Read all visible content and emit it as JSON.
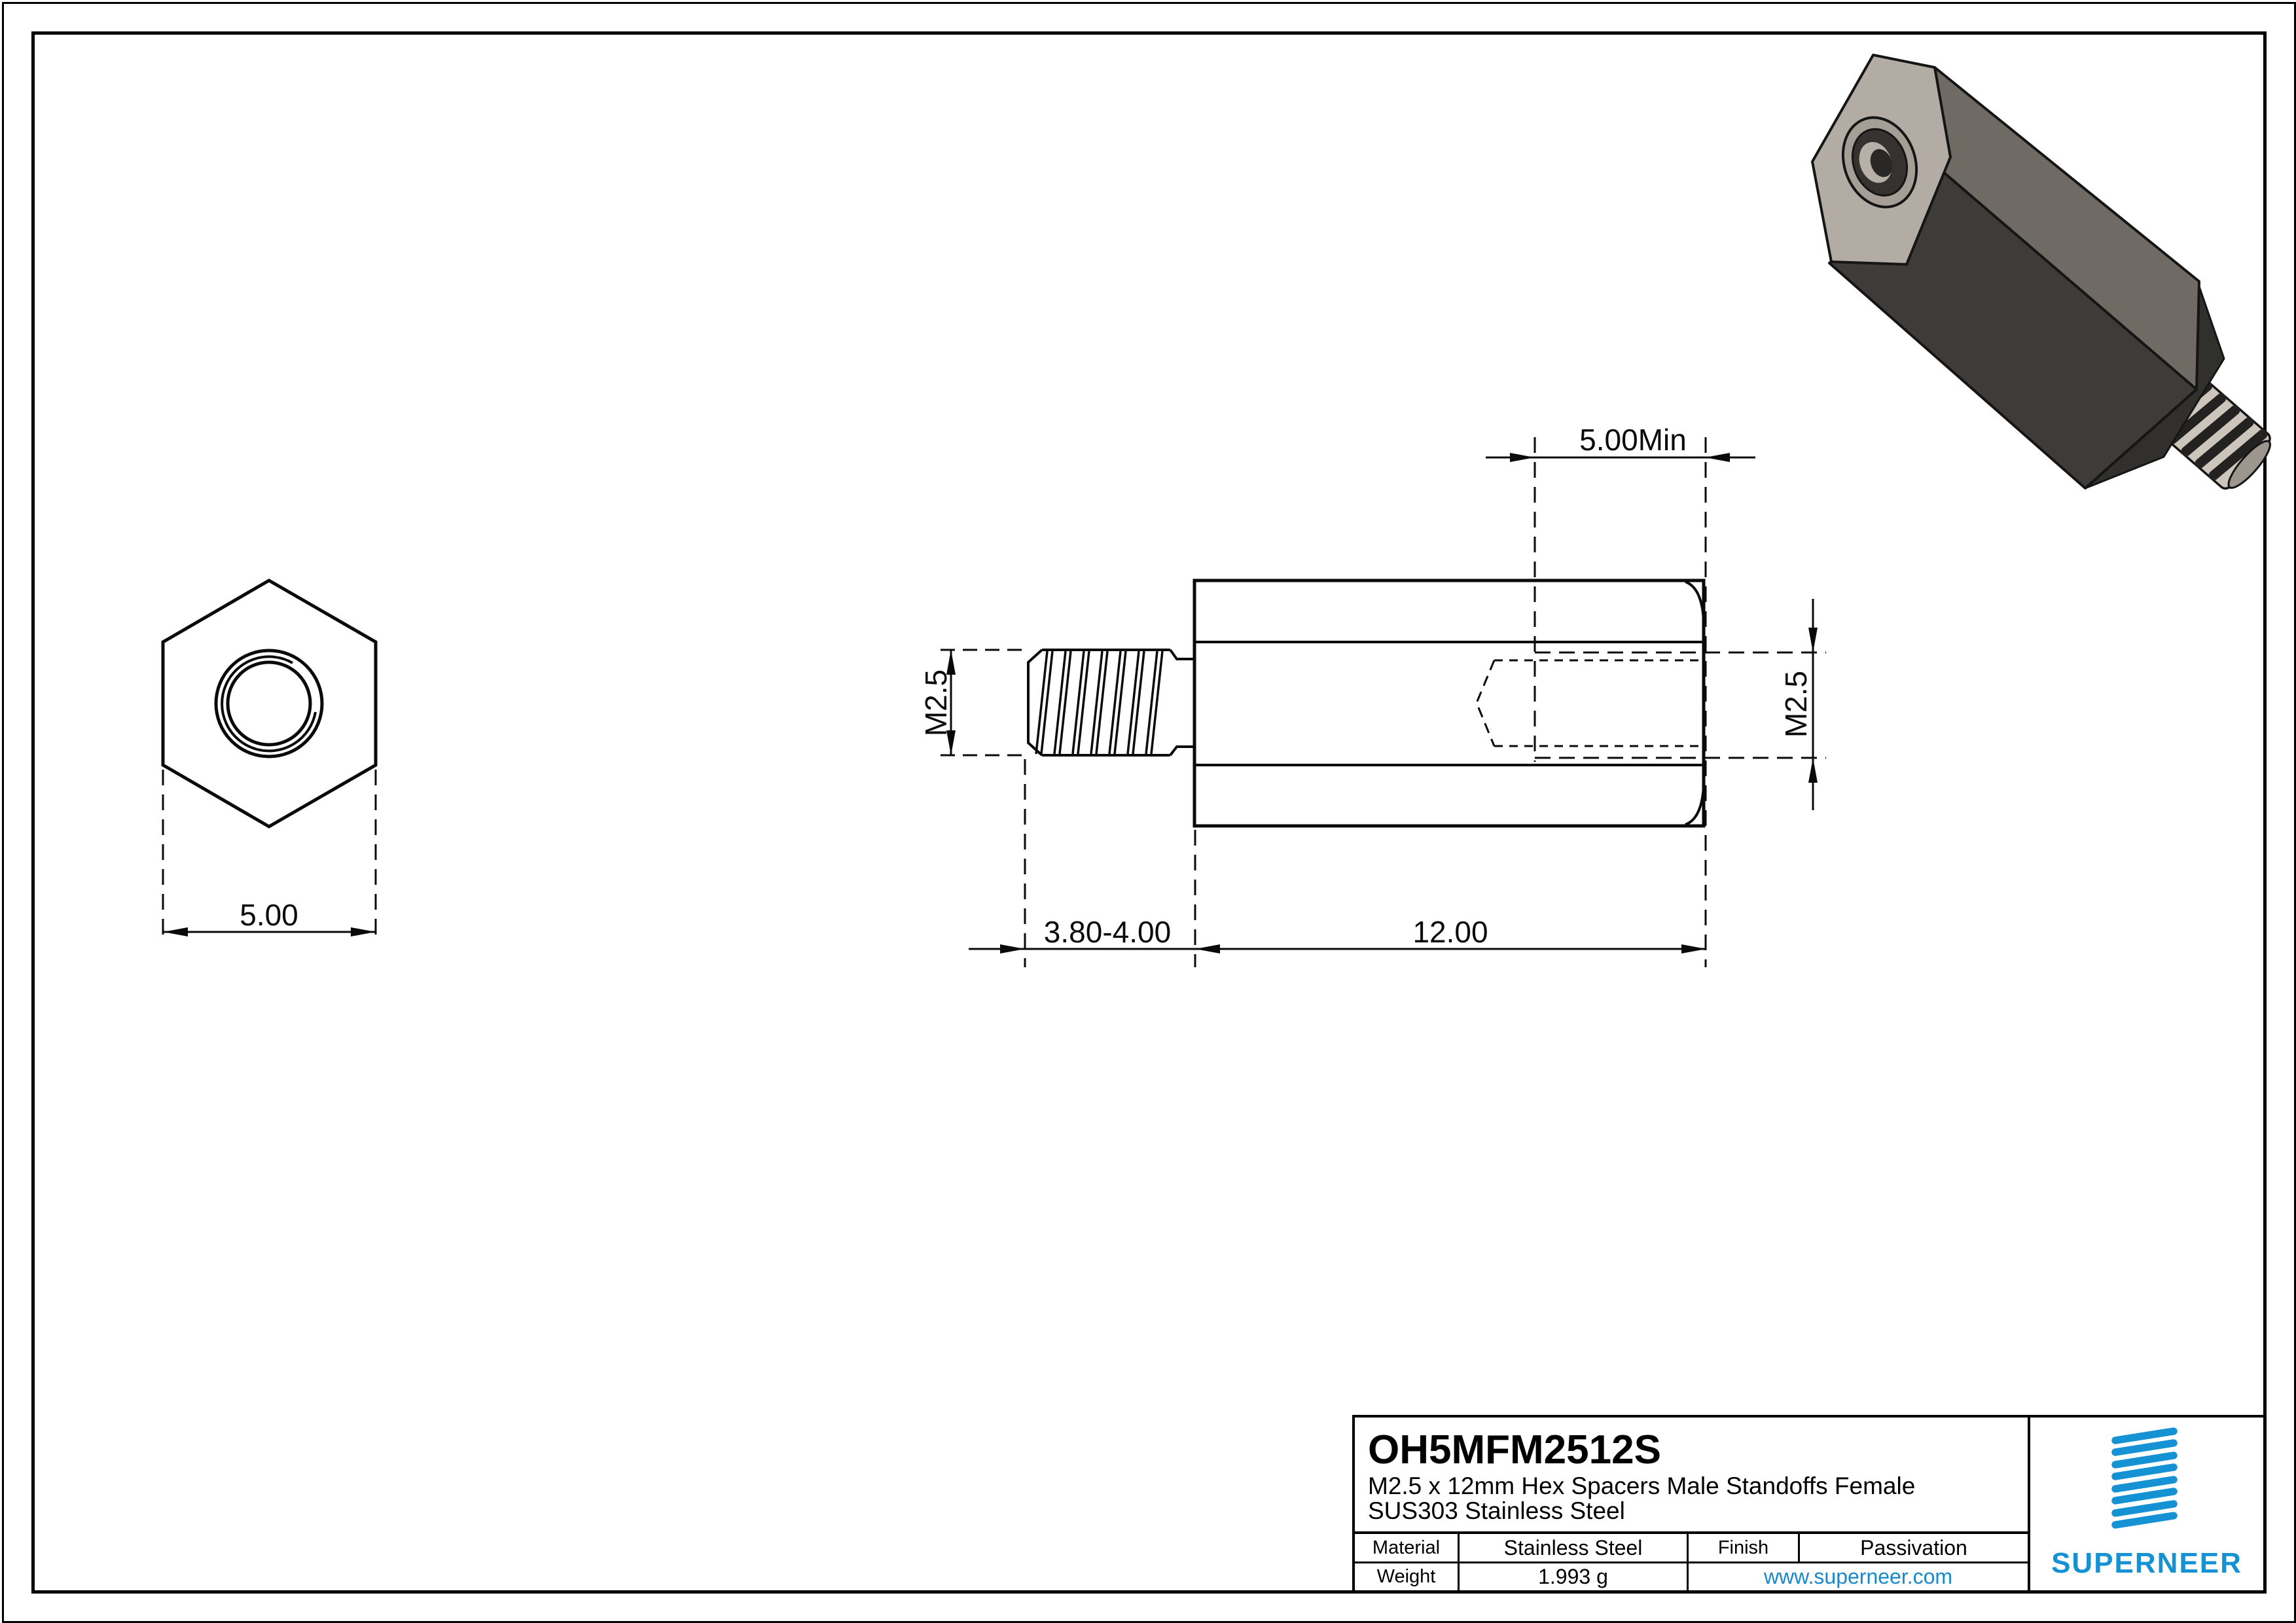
{
  "colors": {
    "brand_blue": "#1492d4",
    "link_blue": "#1789cc",
    "line_black": "#0a0a0a"
  },
  "drawing": {
    "dims": {
      "hex_across_flats": "5.00",
      "female_thread_depth": "5.00Min",
      "male_thread": "M2.5",
      "female_thread": "M2.5",
      "stud_length": "3.80-4.00",
      "body_length": "12.00"
    }
  },
  "title_block": {
    "part_number": "OH5MFM2512S",
    "description_line1": "M2.5 x 12mm Hex Spacers Male Standoffs Female",
    "description_line2": "SUS303 Stainless Steel",
    "material_label": "Material",
    "material_value": "Stainless Steel",
    "finish_label": "Finish",
    "finish_value": "Passivation",
    "weight_label": "Weight",
    "weight_value": "1.993 g",
    "website": "www.superneer.com",
    "brand": "SUPERNEER"
  }
}
